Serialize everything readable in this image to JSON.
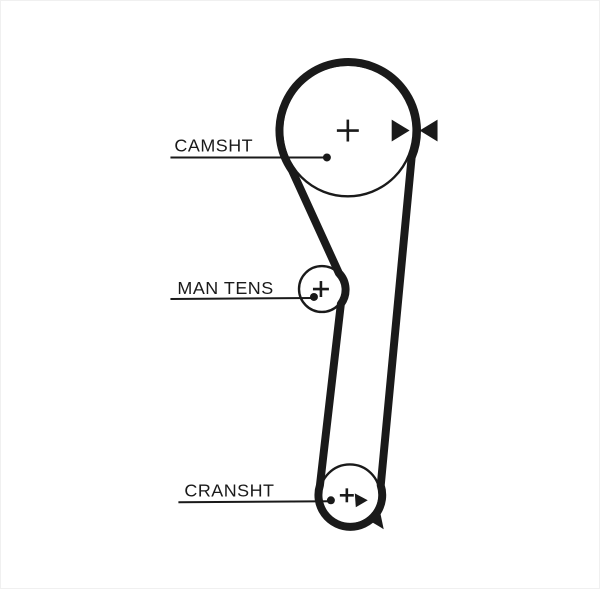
{
  "diagram": {
    "type": "timing-belt-routing",
    "background_color": "#ffffff",
    "line_color": "#1a1a1a",
    "labels": {
      "camshaft": "CAMSHT",
      "tensioner": "MAN TENS",
      "crankshaft": "CRANSHT"
    },
    "markers": {
      "plus_symbol": "+",
      "cam_timing_marks": "opposing-filled-triangles",
      "crank_timing_marks": "opposing-filled-triangles"
    },
    "components": [
      {
        "id": "camshaft-pulley",
        "label": "CAMSHT",
        "marker": "+"
      },
      {
        "id": "manual-tensioner",
        "label": "MAN TENS",
        "marker": "+"
      },
      {
        "id": "crankshaft-pulley",
        "label": "CRANSHT",
        "marker": "+"
      }
    ]
  }
}
